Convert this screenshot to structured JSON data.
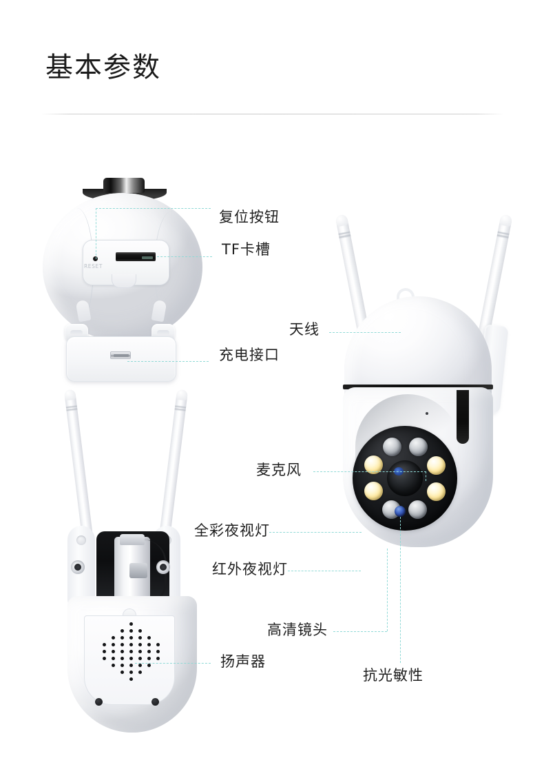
{
  "header": {
    "title": "基本参数"
  },
  "product": {
    "device_text": {
      "reset_marking": "RESET"
    },
    "views": [
      {
        "id": "rear-head-view",
        "name": "camera-rear-head-view"
      },
      {
        "id": "ptz-front-view",
        "name": "ptz-camera-front-view"
      },
      {
        "id": "ptz-rear-view",
        "name": "ptz-camera-rear-view"
      }
    ]
  },
  "callouts": [
    {
      "key": "reset_button",
      "label": "复位按钮",
      "target": "reset-button"
    },
    {
      "key": "tf_card_slot",
      "label": "TF卡槽",
      "target": "tf-card-slot"
    },
    {
      "key": "charging_port",
      "label": "充电接口",
      "target": "charging-port"
    },
    {
      "key": "antenna",
      "label": "天线",
      "target": "antenna"
    },
    {
      "key": "microphone",
      "label": "麦克风",
      "target": "microphone"
    },
    {
      "key": "fullcolor_light",
      "label": "全彩夜视灯",
      "target": "full-color-night-vision-led"
    },
    {
      "key": "infrared_light",
      "label": "红外夜视灯",
      "target": "infrared-night-vision-led"
    },
    {
      "key": "hd_lens",
      "label": "高清镜头",
      "target": "hd-lens"
    },
    {
      "key": "light_sensor",
      "label": "抗光敏性",
      "target": "light-sensitivity-sensor"
    },
    {
      "key": "speaker",
      "label": "扬声器",
      "target": "speaker"
    }
  ],
  "colors": {
    "background": "#ffffff",
    "title_text": "#1b1b1b",
    "label_text": "#1e1e1e",
    "leader_line": "#8fd9d6",
    "divider": "#c9c9c9",
    "led_warm": "#ffe9a0",
    "led_infrared": "#cfd2d6",
    "sensor_blue": "#3b5fc0"
  },
  "leds": {
    "infrared_count": 4,
    "fullcolor_count": 4,
    "ring": [
      "ir",
      "ir",
      "warm",
      "warm",
      "ir",
      "ir",
      "warm",
      "warm"
    ]
  }
}
